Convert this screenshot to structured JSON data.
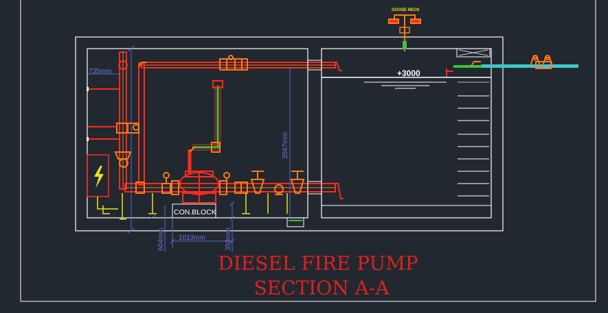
{
  "labels": {
    "goose_neck": "GOOSE NECK",
    "level": "+3000",
    "con_block": "CON.BLOCK"
  },
  "dimensions": {
    "d735": "735mm",
    "d3567": "3567mm",
    "d604": "604mm",
    "d1013": "1013mm",
    "d350": "350mm"
  },
  "title": {
    "line1": "DIESEL FIRE PUMP",
    "line2": "SECTION A-A"
  },
  "colors": {
    "background": "#212830",
    "outline": "#ffffff",
    "pipe_red": "#ff2a1a",
    "pipe_orange": "#ff7a1a",
    "pipe_green": "#40c040",
    "pipe_cyan": "#3cc8d0",
    "dimension": "#5a6ac8",
    "title": "#e02020",
    "label_yellow": "#f0e020"
  },
  "icons": {
    "panel": "lightning-bolt-icon"
  }
}
